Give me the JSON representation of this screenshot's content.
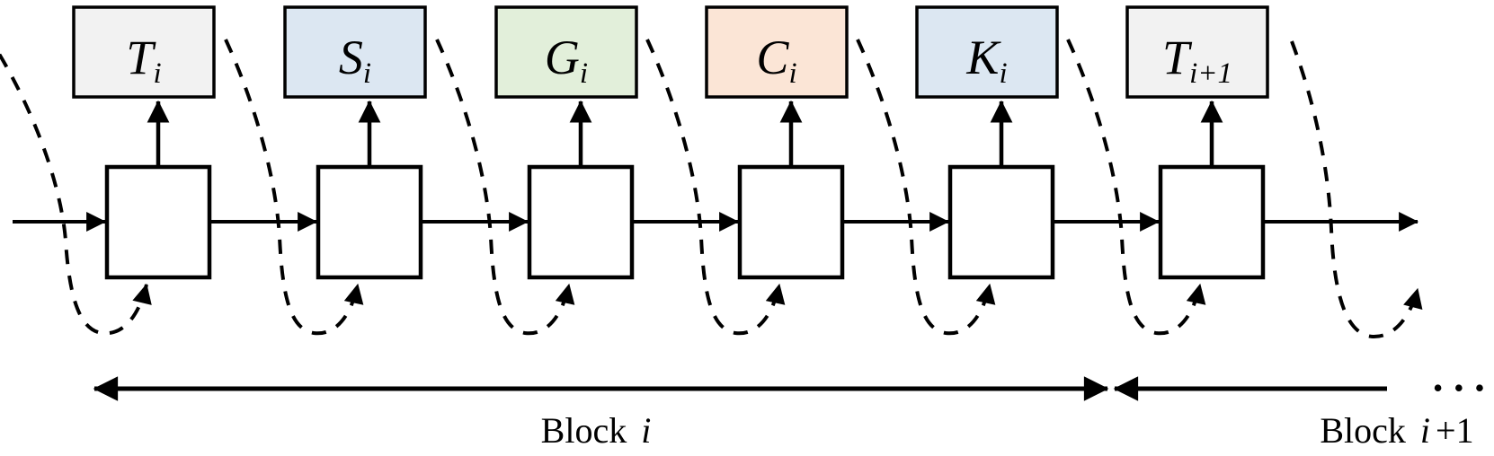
{
  "diagram": {
    "type": "block-sequence-diagram",
    "units": [
      {
        "name": "T_i",
        "base": "T",
        "sub": "i",
        "color": "#f2f2f2"
      },
      {
        "name": "S_i",
        "base": "S",
        "sub": "i",
        "color": "#dce7f2"
      },
      {
        "name": "G_i",
        "base": "G",
        "sub": "i",
        "color": "#e2efda"
      },
      {
        "name": "C_i",
        "base": "C",
        "sub": "i",
        "color": "#fbe5d6"
      },
      {
        "name": "K_i",
        "base": "K",
        "sub": "i",
        "color": "#dce7f2"
      },
      {
        "name": "T_i+1",
        "base": "T",
        "sub": "i+1",
        "color": "#f2f2f2"
      }
    ],
    "footer": {
      "block_i": {
        "word": "Block",
        "index": "i"
      },
      "block_i_plus_1": {
        "word": "Block",
        "index": "i",
        "plus": "+1"
      },
      "ellipsis": "•••"
    },
    "colors": {
      "stroke": "#000000",
      "square_fill": "#ffffff"
    }
  }
}
